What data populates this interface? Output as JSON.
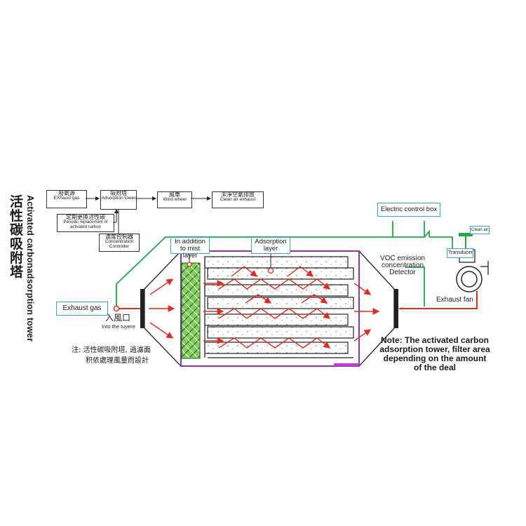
{
  "title": {
    "chinese": "活性碳吸附塔",
    "english": "Activated carbonadsorption tower"
  },
  "flow": {
    "nodes": [
      {
        "id": "exhaust",
        "cn": "廢氣源",
        "en": "EXhaust gas"
      },
      {
        "id": "tower",
        "cn": "吸附塔",
        "en": "Adsorption tower"
      },
      {
        "id": "wheel",
        "cn": "風車",
        "en": "Wind wheel"
      },
      {
        "id": "clean",
        "cn": "潔淨空氣排放",
        "en": "Clean air exhaust"
      },
      {
        "id": "replace",
        "cn": "定期更換活性碳",
        "en": "Periodic replacement of activated carbon"
      },
      {
        "id": "controller",
        "cn": "濃度控制器",
        "en": "Concentration Controller"
      }
    ]
  },
  "labels": {
    "exhaust_gas": "Exhaust gas",
    "inlet_cn": "入風口",
    "inlet_en": "Into the tuyere",
    "mist_layer": "In addition to mist layer",
    "adsorption_layer": "Adsorption layer",
    "voc_detector": "VOC emission concentration Detector",
    "electric_box": "Electric control box",
    "clean_air": "Clean air",
    "transducer": "Transducer",
    "exhaust_fan": "Exhaust fan"
  },
  "notes": {
    "chinese_line1": "注: 活性碳吸附塔, 過濾面",
    "chinese_line2": "积依處理風量而設計",
    "english": "Note: The activated carbon adsorption tower, filter area depending on the amount of the deal"
  },
  "colors": {
    "airflow_arrow": "#e02b20",
    "control_wire": "#1ea84a",
    "callout_border": "#3aa6c8",
    "mist_layer_fill": "#7fcf5a",
    "tower_outline": "#8a3aa0"
  }
}
